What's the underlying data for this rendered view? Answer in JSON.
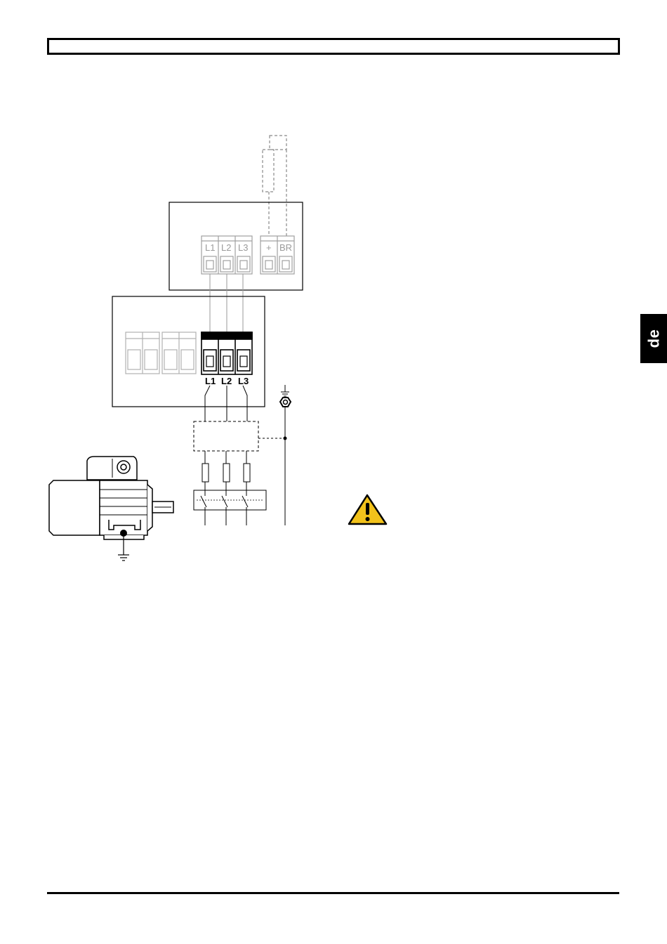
{
  "page": {
    "language_tab": "de"
  },
  "terminals": {
    "upper_labels": [
      "L1",
      "L2",
      "L3"
    ],
    "brake_labels": [
      "+",
      "BR"
    ],
    "lower_labels": [
      "L1",
      "L2",
      "L3"
    ]
  },
  "icons": {
    "warning": "warning-triangle-icon",
    "ground": "ground-symbol-icon",
    "motor": "electric-motor-icon"
  },
  "colors": {
    "warning_fill": "#f2c21b",
    "line_grey": "#9a9a9a"
  }
}
